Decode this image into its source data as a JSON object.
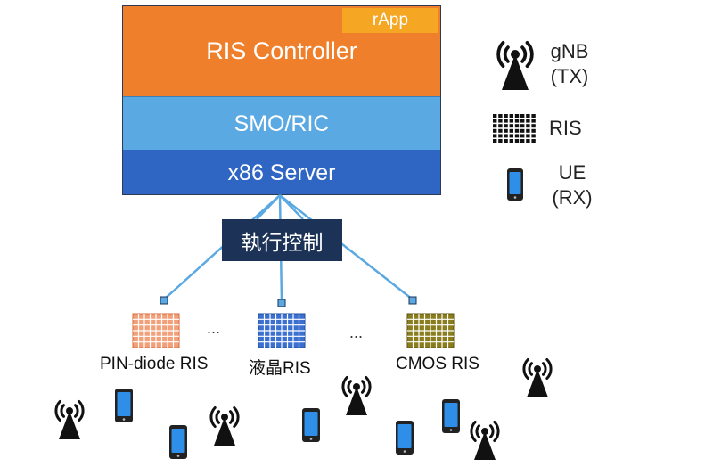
{
  "controller": {
    "ris_controller_label": "RIS Controller",
    "rapp_label": "rApp",
    "smo_label": "SMO/RIC",
    "server_label": "x86 Server"
  },
  "execution_label": "執行控制",
  "ris_panels": [
    {
      "label": "PIN-diode RIS",
      "color": "#f2a07a"
    },
    {
      "label": "液晶RIS",
      "color": "#3b6fd0"
    },
    {
      "label": "CMOS RIS",
      "color": "#8a7d1e"
    }
  ],
  "ellipsis": "...",
  "legend": {
    "gnb_line1": "gNB",
    "gnb_line2": "(TX)",
    "ris": "RIS",
    "ue_line1": "UE",
    "ue_line2": "(RX)"
  },
  "colors": {
    "controller": "#f07f2b",
    "smo": "#5aa9e2",
    "server": "#2f66c3",
    "execution": "#1c3257",
    "links": "#5aa9e2"
  }
}
